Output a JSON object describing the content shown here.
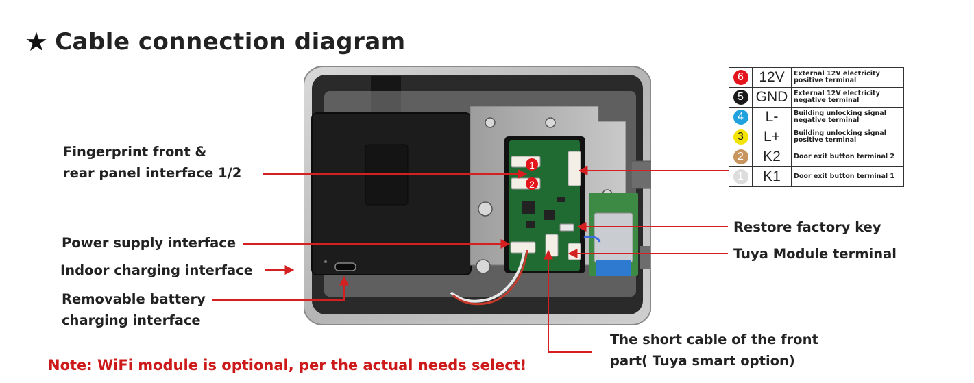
{
  "title": {
    "icon": "star-icon",
    "text": "Cable connection diagram"
  },
  "labels": {
    "fingerprint_line1": "Fingerprint front &",
    "fingerprint_line2": "rear panel interface 1/2",
    "power_supply": "Power supply interface",
    "indoor_charging": "Indoor charging interface",
    "battery_line1": "Removable battery",
    "battery_line2": "charging interface",
    "restore_key": "Restore factory key",
    "tuya_terminal": "Tuya Module terminal",
    "short_cable_line1": "The short cable of the front",
    "short_cable_line2": "part( Tuya smart option)"
  },
  "note": "Note: WiFi module is optional, per the actual needs select!",
  "board_markers": [
    "1",
    "2"
  ],
  "terminals": [
    {
      "num": "6",
      "color": "#e3141b",
      "symbol": "12V",
      "desc_line1": "External 12V electricity",
      "desc_line2": "positive terminal"
    },
    {
      "num": "5",
      "color": "#1a1a1a",
      "symbol": "GND",
      "desc_line1": "External 12V electricity",
      "desc_line2": "negative terminal"
    },
    {
      "num": "4",
      "color": "#1fa2dd",
      "symbol": "L-",
      "desc_line1": "Building unlocking signal",
      "desc_line2": "negative terminal"
    },
    {
      "num": "3",
      "color": "#f2e400",
      "symbol": "L+",
      "desc_line1": "Building unlocking signal",
      "desc_line2": "positive terminal"
    },
    {
      "num": "2",
      "color": "#c8955e",
      "symbol": "K2",
      "desc_line1": "Door exit button terminal 2",
      "desc_line2": ""
    },
    {
      "num": "1",
      "color": "#dddddd",
      "symbol": "K1",
      "desc_line1": "Door exit button terminal 1",
      "desc_line2": ""
    }
  ],
  "colors": {
    "leader_line": "#d42020",
    "note_text": "#cc1a1a",
    "title_text": "#222222"
  }
}
